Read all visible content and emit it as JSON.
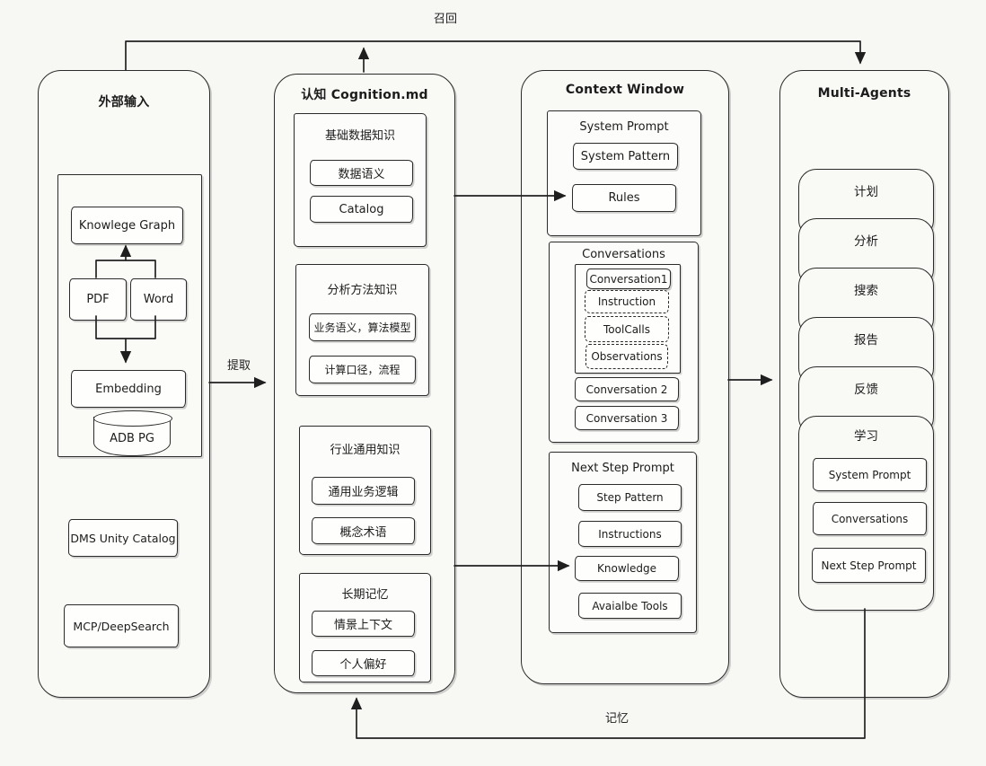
{
  "flow_labels": {
    "recall": "召回",
    "extract": "提取",
    "memory": "记忆"
  },
  "external_input": {
    "title": "外部输入",
    "nodes": {
      "knowledge_graph": "Knowlege Graph",
      "pdf": "PDF",
      "word": "Word",
      "embedding": "Embedding",
      "adb_pg": "ADB PG",
      "dms_unity_catalog": "DMS Unity Catalog",
      "mcp_deepsearch": "MCP/DeepSearch"
    }
  },
  "cognition": {
    "title": "认知 Cognition.md",
    "groups": [
      {
        "title": "基础数据知识",
        "items": [
          "数据语义",
          "Catalog"
        ]
      },
      {
        "title": "分析方法知识",
        "items": [
          "业务语义，算法模型",
          "计算口径，流程"
        ]
      },
      {
        "title": "行业通用知识",
        "items": [
          "通用业务逻辑",
          "概念术语"
        ]
      },
      {
        "title": "长期记忆",
        "items": [
          "情景上下文",
          "个人偏好"
        ]
      }
    ]
  },
  "context_window": {
    "title": "Context Window",
    "system_prompt": {
      "title": "System Prompt",
      "items": [
        "System Pattern",
        "Rules"
      ]
    },
    "conversations": {
      "title": "Conversations",
      "first": "Conversation1",
      "steps": [
        "Instruction",
        "ToolCalls",
        "Observations"
      ],
      "others": [
        "Conversation 2",
        "Conversation 3"
      ]
    },
    "next_step_prompt": {
      "title": "Next Step Prompt",
      "items": [
        "Step Pattern",
        "Instructions",
        "Knowledge",
        "Avaialbe Tools"
      ]
    }
  },
  "multi_agents": {
    "title": "Multi-Agents",
    "agents": [
      "计划",
      "分析",
      "搜索",
      "报告",
      "反馈",
      "学习"
    ],
    "agent_internals": [
      "System Prompt",
      "Conversations",
      "Next Step Prompt"
    ]
  }
}
